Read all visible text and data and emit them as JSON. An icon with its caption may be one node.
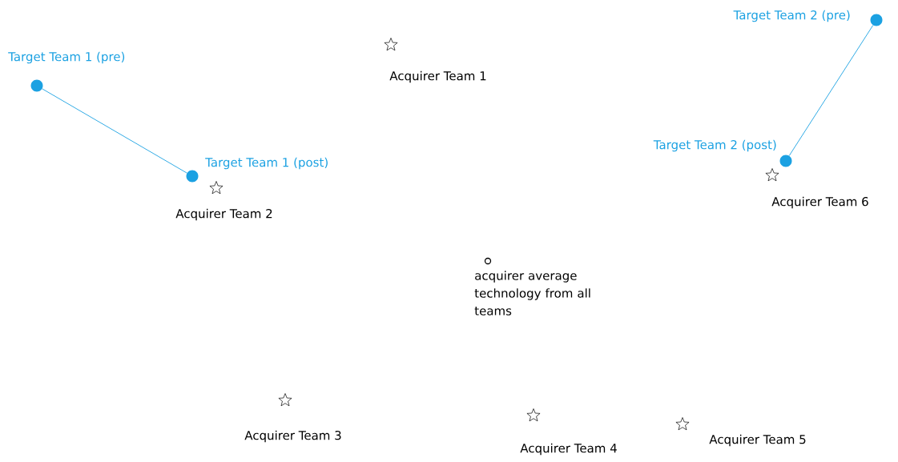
{
  "diagram": {
    "nodes": [
      {
        "text": [],
        "shape": "dot",
        "beside": [
          "Target Team 2 (pre)"
        ]
      },
      {
        "text": [],
        "shape": "star",
        "beside": [
          "Acquirer Team 1"
        ]
      },
      {
        "text": [],
        "shape": "dot",
        "beside": [
          "Target Team 1 (pre)"
        ]
      },
      {
        "text": [],
        "shape": "dot",
        "beside": [
          "Target Team 2 (post)"
        ]
      },
      {
        "text": [],
        "shape": "dot",
        "beside": [
          "Target Team 1 (post)"
        ]
      },
      {
        "text": [],
        "shape": "star",
        "beside": [
          "Acquirer Team 6"
        ]
      },
      {
        "text": [],
        "shape": "star",
        "beside": [
          "Acquirer Team 2"
        ]
      },
      {
        "text": [],
        "shape": "circle",
        "beside": [
          "acquirer average technology from all teams"
        ]
      },
      {
        "text": [],
        "shape": "star",
        "beside": [
          "Acquirer Team 3"
        ]
      },
      {
        "text": [],
        "shape": "star",
        "beside": [
          "Acquirer Team 4"
        ]
      },
      {
        "text": [],
        "shape": "star",
        "beside": [
          "Acquirer Team 5"
        ]
      }
    ],
    "edges": [
      {
        "from": 2,
        "to": 4,
        "arrow": "none"
      },
      {
        "from": 0,
        "to": 3,
        "arrow": "none"
      }
    ]
  }
}
